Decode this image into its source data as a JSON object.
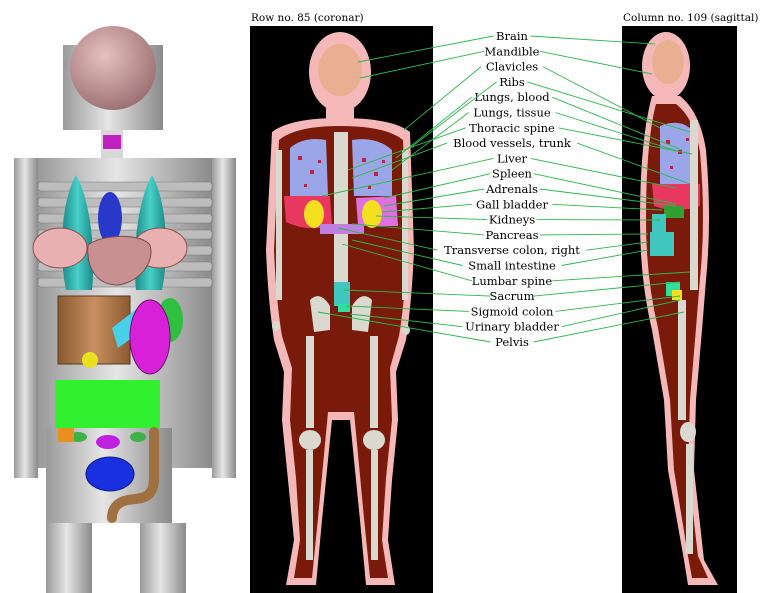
{
  "figure": {
    "coronar_title": "Row no. 85 (coronar)",
    "sagittal_title": "Column no. 109 (sagittal)"
  },
  "organs": [
    {
      "label": "Brain"
    },
    {
      "label": "Mandible"
    },
    {
      "label": "Clavicles"
    },
    {
      "label": "Ribs"
    },
    {
      "label": "Lungs, blood"
    },
    {
      "label": "Lungs, tissue"
    },
    {
      "label": "Thoracic spine"
    },
    {
      "label": "Blood vessels, trunk"
    },
    {
      "label": "Liver"
    },
    {
      "label": "Spleen"
    },
    {
      "label": "Adrenals"
    },
    {
      "label": "Gall bladder"
    },
    {
      "label": "Kidneys"
    },
    {
      "label": "Pancreas"
    },
    {
      "label": "Transverse colon, right"
    },
    {
      "label": "Small intestine"
    },
    {
      "label": "Lumbar spine"
    },
    {
      "label": "Sacrum"
    },
    {
      "label": "Sigmoid colon"
    },
    {
      "label": "Urinary bladder"
    },
    {
      "label": "Pelvis"
    }
  ],
  "colors": {
    "leader_line": "#2db84a",
    "background_panel": "#000000",
    "soft_tissue": "#7a1a0a",
    "skin": "#f4b8b8",
    "bone": "#d9d9d0",
    "lung": "#9aa6e8",
    "brain": "#e8b090",
    "liver": "#e83860",
    "kidney": "#f4e020",
    "small_intestine": "#40c8c0"
  }
}
